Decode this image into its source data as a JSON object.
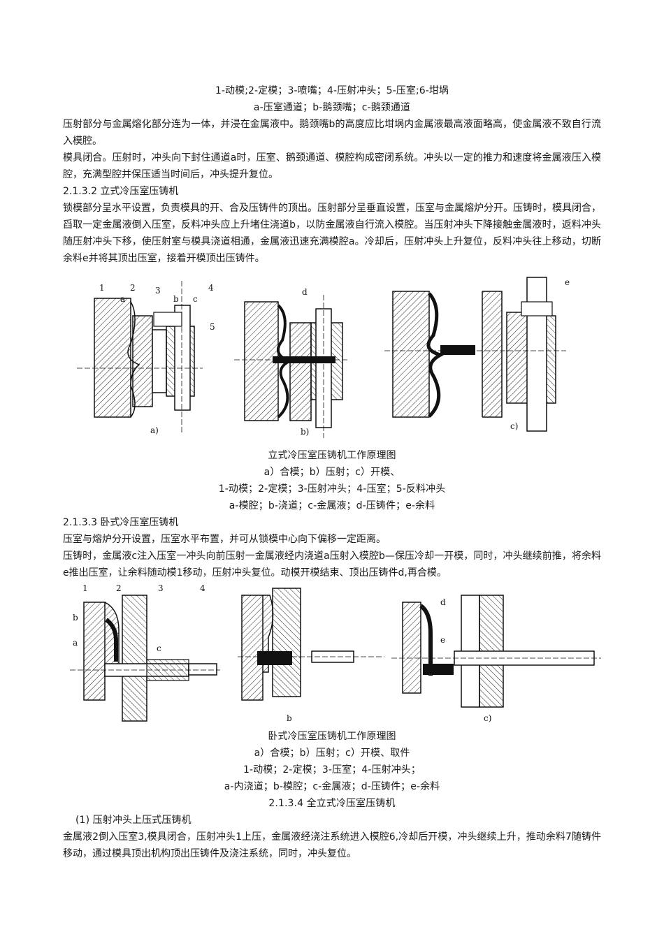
{
  "fig1_caption": {
    "legend_parts": "1-动模;2-定模；3-喷嘴；4-压射冲头；5-压室;6-坩埚",
    "legend_channels": "a-压室通道；b-鹅颈嘴；c-鹅颈通道"
  },
  "para1": "压射部分与金属熔化部分连为一体，并浸在金属液中。鹅颈嘴b的高度应比坩埚内金属液最高液面略高，使金属液不致自行流入模腔。",
  "para2": "模具闭合。压射时，冲头向下封住通道a时，压室、鹅颈通道、模腔构成密闭系统。冲头以一定的推力和速度将金属液压入模腔，充满型腔并保压适当时间后，冲头提升复位。",
  "section_2132": "2.1.3.2 立式冷压室压铸机",
  "para3": "锁模部分呈水平设置，负责模具的开、合及压铸件的顶出。压射部分呈垂直设置，压室与金属熔炉分开。压铸时，模具闭合，舀取一定金属液倒入压室，反料冲头应上升堵住浇道b，以防金属液自行流入模腔。当压射冲头下降接触金属液时，返料冲头随压射冲头下移，使压射室与模具浇道相通，金属液迅速充满模腔a。冷却后，压射冲头上升复位，反料冲头往上移动，切断余料e并将其顶出压室，接着开模顶出压铸件。",
  "fig2": {
    "labels": [
      "1",
      "2",
      "3",
      "4",
      "5",
      "a",
      "b",
      "c",
      "d",
      "e"
    ],
    "sub_a": "a)",
    "sub_b": "b)",
    "sub_c": "c)",
    "title": "立式冷压室压铸机工作原理图",
    "steps": "a）合模；b）压射；c）开模、",
    "legend_parts": "1-动模；2-定模；3-压射冲头；4-压室；5-反料冲头",
    "legend_letters": "a-模腔；b-浇道；c-金属液；d-压铸件；e-余料"
  },
  "section_2133": "2.1.3.3 卧式冷压室压铸机",
  "para4": "压室与熔炉分开设置，压室水平布置，并可从锁模中心向下偏移一定距离。",
  "para5": "压铸时，金属液c注入压室一冲头向前压射一金属液经内浇道a压射入模腔b—保压冷却一开模，同时，冲头继续前推，将余料e推出压室，让余料随动模1移动，压射冲头复位。动模开模结束、顶出压铸件d,再合模。",
  "fig3": {
    "labels": [
      "1",
      "2",
      "3",
      "4",
      "b",
      "a",
      "c",
      "d",
      "e"
    ],
    "sub_b": "b",
    "sub_c": "c)",
    "title": "卧式冷压室压铸机工作原理图",
    "steps": "a）合模；b）压射；c）开模、取件",
    "legend_parts": "1-动模；2-定模；3-压室；4-压射冲头；",
    "legend_letters": "a-内浇道；b-模腔；c-金属液；d-压铸件；e-余料"
  },
  "section_2134": "2.1.3.4 全立式冷压室压铸机",
  "sub_1": "(1)  压射冲头上压式压铸机",
  "para6": "金属液2倒入压室3,模具闭合，压射冲头1上压，金属液经浇注系统进入模腔6,冷却后开模，冲头继续上升，推动余料7随铸件移动，通过模具顶出机构顶出压铸件及浇注系统，同时，冲头复位。"
}
